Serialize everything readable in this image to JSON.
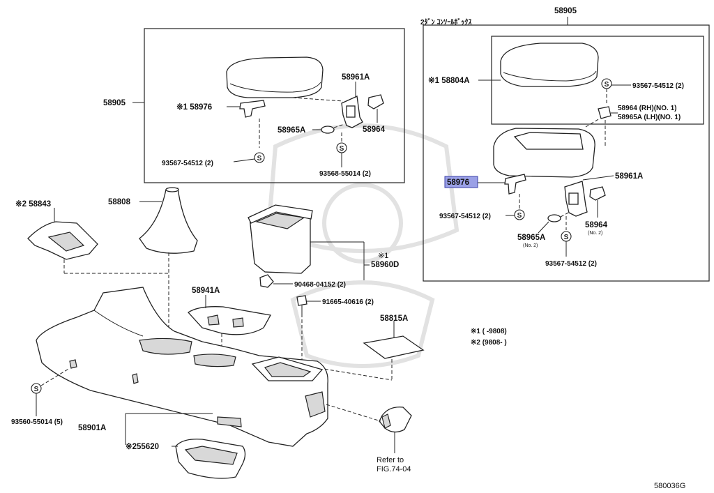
{
  "header_japanese": "2ﾀﾞﾝ ｺﾝｿｰﾙﾎﾞｯｸｽ",
  "figure_code": "580036G",
  "highlighted_part": "58976",
  "legend": {
    "note1": "※1 (      -9808)",
    "note2": "※2 (9808-       )"
  },
  "reference": {
    "line1": "Refer to",
    "line2": "FIG.74-04"
  },
  "symbol_letter": "S",
  "labels": {
    "top_58905": "58905",
    "left_58905": "58905",
    "left_58961A": "58961A",
    "left_58976": "※1  58976",
    "left_58965A": "58965A",
    "left_58964": "58964",
    "left_93567": "93567-54512 (2)",
    "left_93568": "93568-55014 (2)",
    "r_58804A": "※1  58804A",
    "r_93567_top": "93567-54512 (2)",
    "r_58964_rh": "58964  (RH)(NO. 1)",
    "r_58965A_lh": "58965A (LH)(NO. 1)",
    "r_58976": "58976",
    "r_58961A": "58961A",
    "r_93567_mid": "93567-54512 (2)",
    "r_58965A": "58965A",
    "r_no2_a": "(No. 2)",
    "r_58964": "58964",
    "r_no2_b": "(No. 2)",
    "r_93567_bot": "93567-54512 (2)",
    "p_58843": "※2  58843",
    "p_58808": "58808",
    "p_58960D_note": "※1",
    "p_58960D": "58960D",
    "p_90468": "90468-04152 (2)",
    "p_58941A": "58941A",
    "p_91665": "91665-40616 (2)",
    "p_58815A": "58815A",
    "p_93560": "93560-55014 (5)",
    "p_58901A": "58901A",
    "p_55620": "※255620"
  }
}
